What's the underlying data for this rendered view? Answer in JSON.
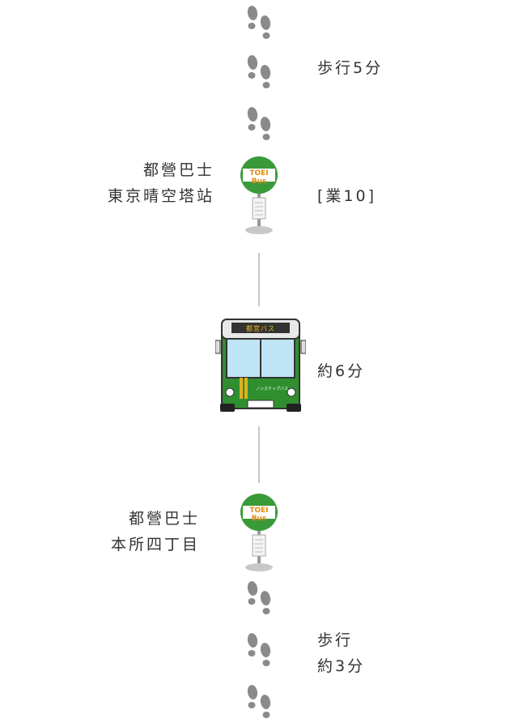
{
  "route": {
    "walk1_label": "歩行5分",
    "stop1": {
      "line1": "都營巴士",
      "line2": "東京晴空塔站",
      "route_code": "[業10]",
      "sign_text": "TOEI Bus"
    },
    "ride_label": "約6分",
    "bus_destination": "都営バス",
    "bus_route_plate": "ノンステップバス",
    "stop2": {
      "line1": "都營巴士",
      "line2": "本所四丁目",
      "sign_text": "TOEI Bus"
    },
    "walk2_label_line1": "歩行",
    "walk2_label_line2": "約3分"
  },
  "colors": {
    "sign_green": "#3a9a3a",
    "sign_text": "#f0a020",
    "bus_green": "#2f8f2f",
    "footprint": "#8a8a8a",
    "line": "#c8c8c8"
  },
  "icons": [
    "footprints-icon",
    "bus-stop-sign-icon",
    "bus-icon"
  ]
}
